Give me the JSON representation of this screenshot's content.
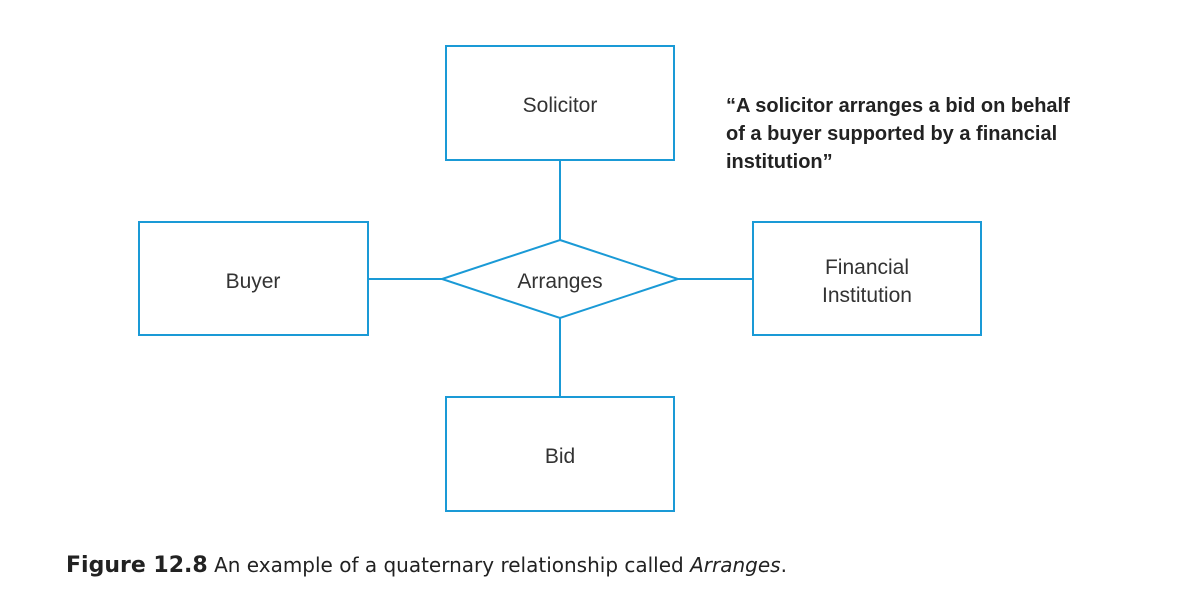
{
  "entities": {
    "solicitor": "Solicitor",
    "buyer": "Buyer",
    "financial_institution_line1": "Financial",
    "financial_institution_line2": "Institution",
    "bid": "Bid"
  },
  "relationship": {
    "name": "Arranges"
  },
  "quote": {
    "line1": "“A solicitor arranges a bid on behalf",
    "line2": "of a buyer supported by a financial",
    "line3": "institution”"
  },
  "caption": {
    "number": "Figure 12.8",
    "text": "An example of a quaternary relationship called",
    "name": "Arranges",
    "end": "."
  },
  "colors": {
    "stroke": "#1a9ad6",
    "text": "#333333"
  }
}
